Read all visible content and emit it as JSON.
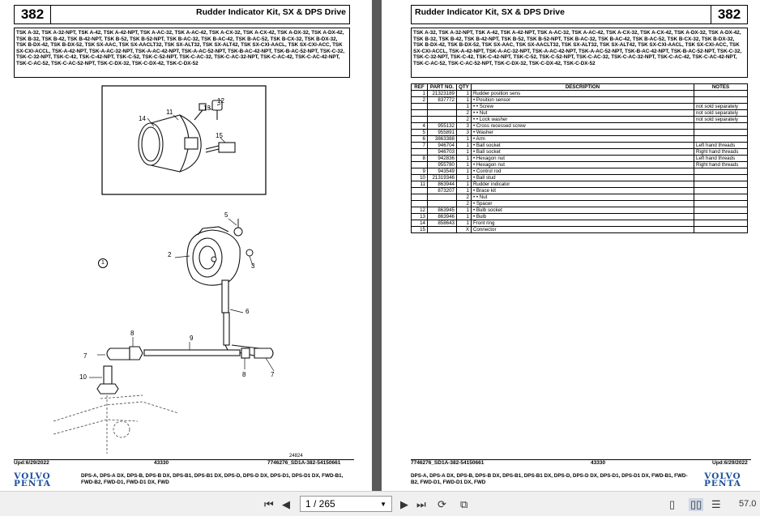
{
  "left_page": {
    "number": "382",
    "title": "Rudder Indicator Kit, SX & DPS Drive",
    "models": "TSK A-32, TSK A-32-NPT, TSK A-42, TSK A-42-NPT, TSK A-AC-32, TSK A-AC-42, TSK A-CX-32, TSK A-CX-42, TSK A-DX-32, TSK A-DX-42, TSK B-32, TSK B-42, TSK B-42-NPT, TSK B-52, TSK B-52-NPT, TSK B-AC-32, TSK B-AC-42, TSK B-AC-52, TSK B-CX-32, TSK B-DX-32, TSK B-DX-42, TSK B-DX-52, TSK SX-AAC, TSK SX-AACLT32, TSK SX-ALT32, TSK SX-ALT42, TSK SX-CXI-AACL, TSK SX-CXI-ACC, TSK SX-CXI-ACCL, TSK-A-42-NPT, TSK-A-AC-32-NPT, TSK-A-AC-42-NPT, TSK-A-AC-52-NPT, TSK-B-AC-42-NPT, TSK-B-AC-52-NPT, TSK-C-32, TSK-C-32-NPT, TSK-C-42, TSK-C-42-NPT, TSK-C-52, TSK-C-52-NPT, TSK-C-AC-32, TSK-C-AC-32-NPT, TSK-C-AC-42, TSK-C-AC-42-NPT, TSK-C-AC-52, TSK-C-AC-52-NPT, TSK-C-DX-32, TSK-C-DX-42, TSK-C-DX-52",
    "callouts": {
      "c1": "1",
      "c2": "2",
      "c3": "3",
      "c5": "5",
      "c6": "6",
      "c7a": "7",
      "c7b": "7",
      "c8a": "8",
      "c8b": "8",
      "c9": "9",
      "c10": "10",
      "c11": "11",
      "c12": "12",
      "c13": "13",
      "c14": "14",
      "c15": "15"
    },
    "fig_id": "24824",
    "upd": "Upd:6/29/2022",
    "code": "43330",
    "docref": "7746276_SD1A-382-54150661",
    "applies": "DPS-A, DPS-A DX, DPS-B, DPS-B DX, DPS-B1, DPS-B1 DX, DPS-D, DPS-D DX, DPS-D1, DPS-D1 DX, FWD-B1, FWD-B2, FWD-D1, FWD-D1 DX, FWD",
    "brand1": "VOLVO",
    "brand2": "PENTA"
  },
  "right_page": {
    "number": "382",
    "title": "Rudder Indicator Kit, SX & DPS Drive",
    "models": "TSK A-32, TSK A-32-NPT, TSK A-42, TSK A-42-NPT, TSK A-AC-32, TSK A-AC-42, TSK A-CX-32, TSK A-CX-42, TSK A-DX-32, TSK A-DX-42, TSK B-32, TSK B-42, TSK B-42-NPT, TSK B-52, TSK B-52-NPT, TSK B-AC-32, TSK B-AC-42, TSK B-AC-52, TSK B-CX-32, TSK B-DX-32, TSK B-DX-42, TSK B-DX-52, TSK SX-AAC, TSK SX-AACLT32, TSK SX-ALT32, TSK SX-ALT42, TSK SX-CXI-AACL, TSK SX-CXI-ACC, TSK SX-CXI-ACCL, TSK-A-42-NPT, TSK-A-AC-32-NPT, TSK-A-AC-42-NPT, TSK-A-AC-52-NPT, TSK-B-AC-42-NPT, TSK-B-AC-52-NPT, TSK-C-32, TSK-C-32-NPT, TSK-C-42, TSK-C-42-NPT, TSK-C-52, TSK-C-52-NPT, TSK-C-AC-32, TSK-C-AC-32-NPT, TSK-C-AC-42, TSK-C-AC-42-NPT, TSK-C-AC-52, TSK-C-AC-52-NPT, TSK-C-DX-32, TSK-C-DX-42, TSK-C-DX-52",
    "table": {
      "headers": [
        "REF",
        "PART NO.",
        "QTY",
        "DESCRIPTION",
        "NOTES"
      ],
      "rows": [
        [
          "1",
          "21323189",
          "1",
          "Rudder position sens",
          ""
        ],
        [
          "2",
          "837772",
          "1",
          "• Position sensor",
          ""
        ],
        [
          "",
          "",
          "1",
          "• • Screw",
          "not sold separately"
        ],
        [
          "",
          "",
          "2",
          "• • Nut",
          "not sold separately"
        ],
        [
          "",
          "",
          "2",
          "• • Lock washer",
          "not sold separately"
        ],
        [
          "4",
          "955132",
          "3",
          "• Cross recessed screw",
          ""
        ],
        [
          "5",
          "955891",
          "3",
          "• Washer",
          ""
        ],
        [
          "6",
          "3863388",
          "1",
          "• Arm",
          ""
        ],
        [
          "7",
          "946704",
          "1",
          "• Ball socket",
          "Left hand threads"
        ],
        [
          "",
          "946703",
          "1",
          "• Ball socket",
          "Right hand threads"
        ],
        [
          "8",
          "942836",
          "1",
          "• Hexagon nut",
          "Left hand threads"
        ],
        [
          "",
          "955780",
          "1",
          "• Hexagon nut",
          "Right hand threads"
        ],
        [
          "9",
          "943549",
          "1",
          "• Control rod",
          ""
        ],
        [
          "10",
          "21319346",
          "1",
          "• Ball stud",
          ""
        ],
        [
          "11",
          "863944",
          "1",
          "Rudder indicator",
          ""
        ],
        [
          "",
          "873207",
          "1",
          "• Brace kit",
          ""
        ],
        [
          "",
          "",
          "2",
          "• • Nut",
          ""
        ],
        [
          "",
          "",
          "2",
          "• Spacer",
          ""
        ],
        [
          "12",
          "863945",
          "1",
          "• Bulb socket",
          ""
        ],
        [
          "13",
          "863946",
          "1",
          "• Bulb",
          ""
        ],
        [
          "14",
          "858643",
          "1",
          "Front ring",
          ""
        ],
        [
          "15",
          "",
          "X",
          "Connector",
          ""
        ]
      ]
    },
    "upd": "Upd:6/29/2022",
    "code": "43330",
    "docref": "7746276_SD1A-382-54150661",
    "applies": "DPS-A, DPS-A DX, DPS-B, DPS-B DX, DPS-B1, DPS-B1 DX, DPS-D, DPS-D DX, DPS-D1, DPS-D1 DX, FWD-B1, FWD-B2, FWD-D1, FWD-D1 DX, FWD",
    "brand1": "VOLVO",
    "brand2": "PENTA"
  },
  "toolbar": {
    "page_display": "1 / 265",
    "zoom": "57.0",
    "icons": [
      "first-page-icon",
      "prev-page-icon",
      "next-page-icon",
      "last-page-icon",
      "rotate-icon",
      "fit-page-icon",
      "single-page-icon",
      "two-page-icon",
      "continuous-icon"
    ]
  }
}
